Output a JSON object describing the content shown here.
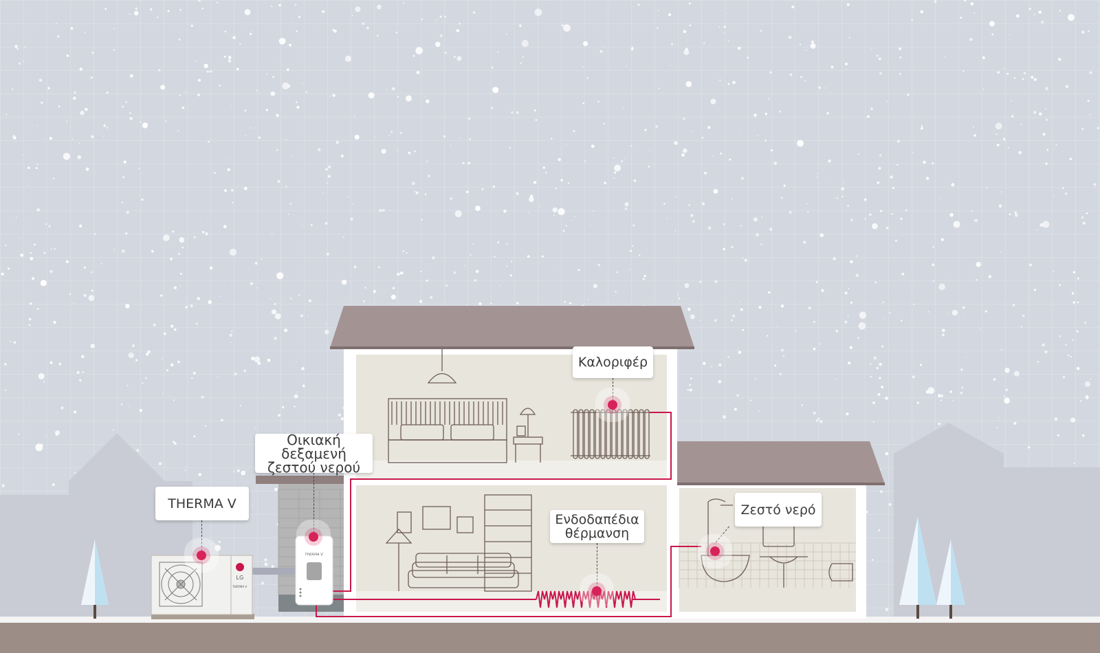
{
  "labels": {
    "therma_v": "THERMA V",
    "tank_line1": "Οικιακή δεξαμενή",
    "tank_line2": "ζεστού νερού",
    "radiator": "Καλοριφέρ",
    "floor_line1": "Ενδοδαπέδια",
    "floor_line2": "θέρμανση",
    "hot_water": "Ζεστό νερό"
  },
  "unit_branding": {
    "brand": "LG",
    "product": "THERMA V."
  },
  "colors": {
    "pipe": "#c8174a",
    "pin": "#d6245a",
    "roof": "#a39493",
    "room": "#e8e5dd",
    "ground": "#9c8d86"
  }
}
